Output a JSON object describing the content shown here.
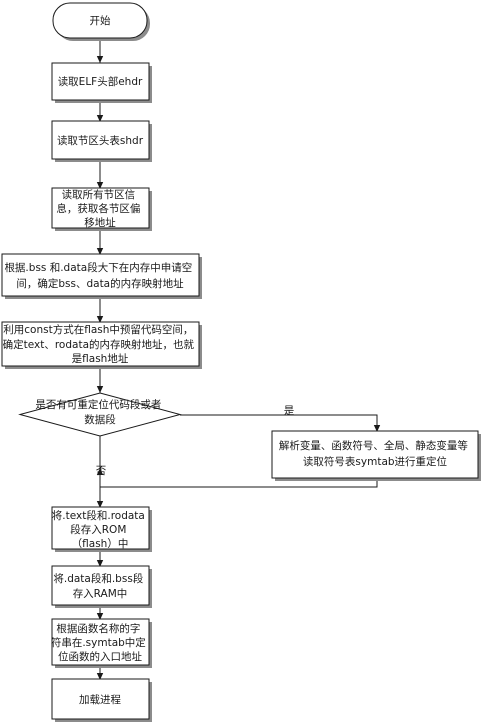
{
  "nodes": {
    "start": [
      "开始"
    ],
    "read_ehdr": [
      "读取ELF头部ehdr"
    ],
    "read_shdr": [
      "读取节区头表shdr"
    ],
    "read_sections": [
      "读取所有节区信",
      "息，获取各节区偏",
      "移地址"
    ],
    "bss_data": [
      "根据.bss 和.data段大下在内存中申请空",
      "间，确定bss、data的内存映射地址"
    ],
    "const_flash": [
      "利用const方式在flash中预留代码空间，",
      "确定text、rodata的内存映射地址，也就",
      "是flash地址"
    ],
    "decision": [
      "是否有可重定位代码段或者",
      "数据段"
    ],
    "relocate": [
      "解析变量、函数符号、全局、静态变量等",
      "读取符号表symtab进行重定位"
    ],
    "store_rom": [
      "将.text段和.rodata",
      "段存入ROM",
      "（flash）中"
    ],
    "store_ram": [
      "将.data段和.bss段",
      "存入RAM中"
    ],
    "locate_entry": [
      "根据函数名称的字",
      "符串在.symtab中定",
      "位函数的入口地址"
    ],
    "load_process": [
      "加载进程"
    ]
  },
  "edges": {
    "yes_label": "是",
    "no_label": "否"
  },
  "colors": {
    "fill": "#ffffff",
    "stroke": "#1a1a1a",
    "shadow": "#8c8c8c"
  }
}
